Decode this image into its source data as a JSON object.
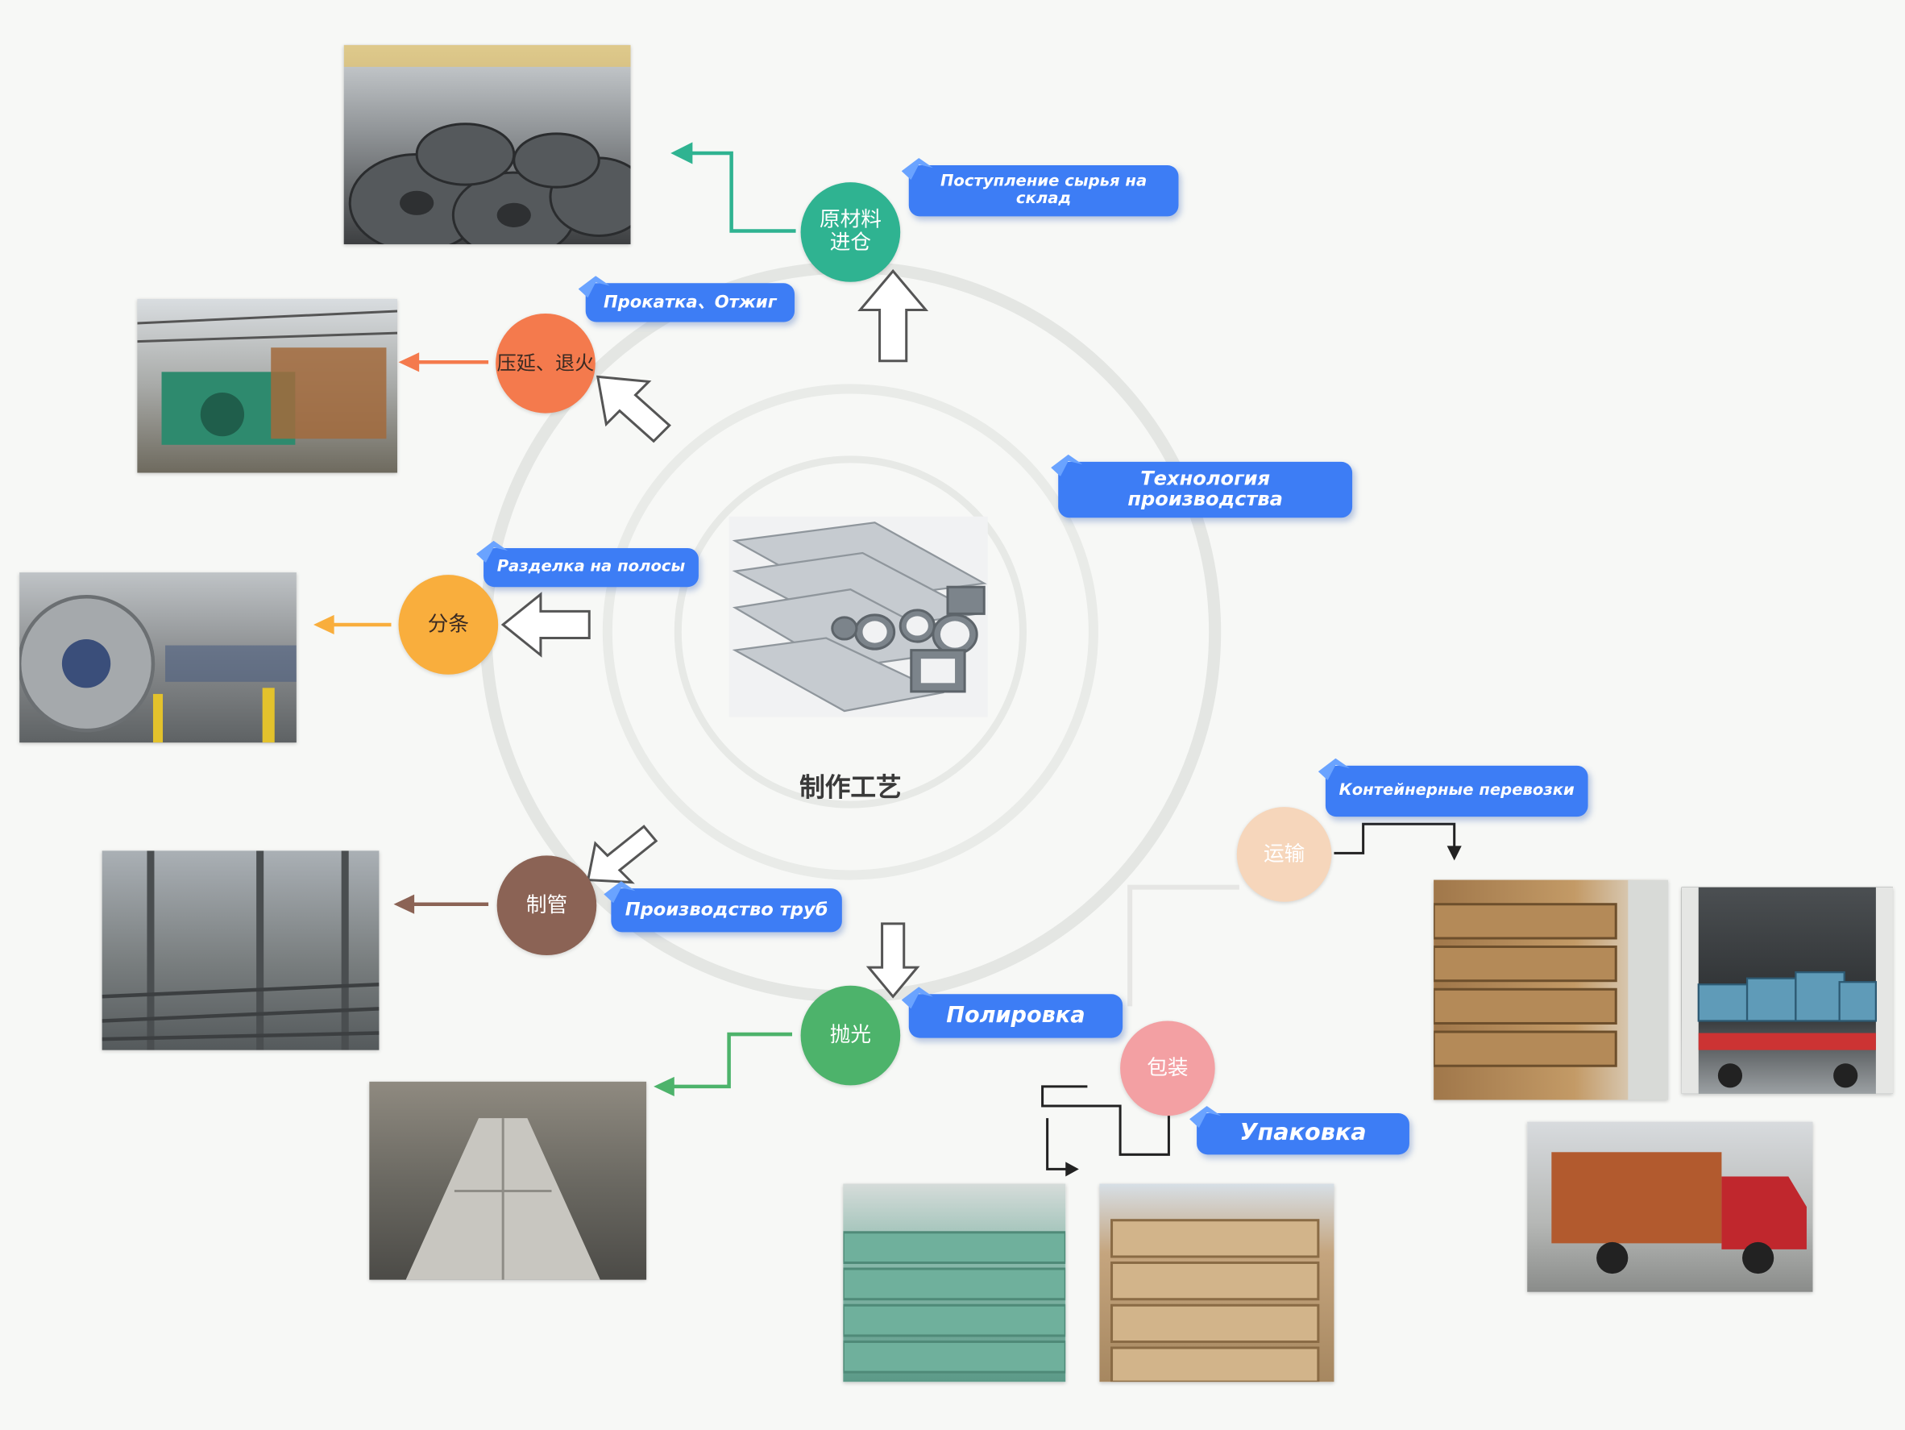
{
  "center": {
    "title": "制作工艺"
  },
  "colors": {
    "teal": "#2fb391",
    "orange": "#f47a4d",
    "yellow": "#f9ae3d",
    "brown": "#8b6355",
    "green": "#4db36b",
    "peach": "#f6d6bb",
    "pink": "#f3a0a3",
    "label_blue": "#3d7df5"
  },
  "steps": [
    {
      "id": "raw",
      "node": "原材料进仓",
      "label": "Поступление сырья на склад"
    },
    {
      "id": "roll",
      "node": "压延、退火",
      "label": "Прокатка、Отжиг"
    },
    {
      "id": "slit",
      "node": "分条",
      "label": "Разделка на полосы"
    },
    {
      "id": "pipe",
      "node": "制管",
      "label": "Производство труб"
    },
    {
      "id": "polish",
      "node": "抛光",
      "label": "Полировка"
    },
    {
      "id": "pack",
      "node": "包装",
      "label": "Упаковка"
    },
    {
      "id": "ship",
      "node": "运输",
      "label": "Контейнерные перевозки"
    }
  ],
  "tech_label": "Технология производства",
  "icons": {
    "arrows": "hollow-arrow-icon",
    "photos": "photo-icon"
  }
}
